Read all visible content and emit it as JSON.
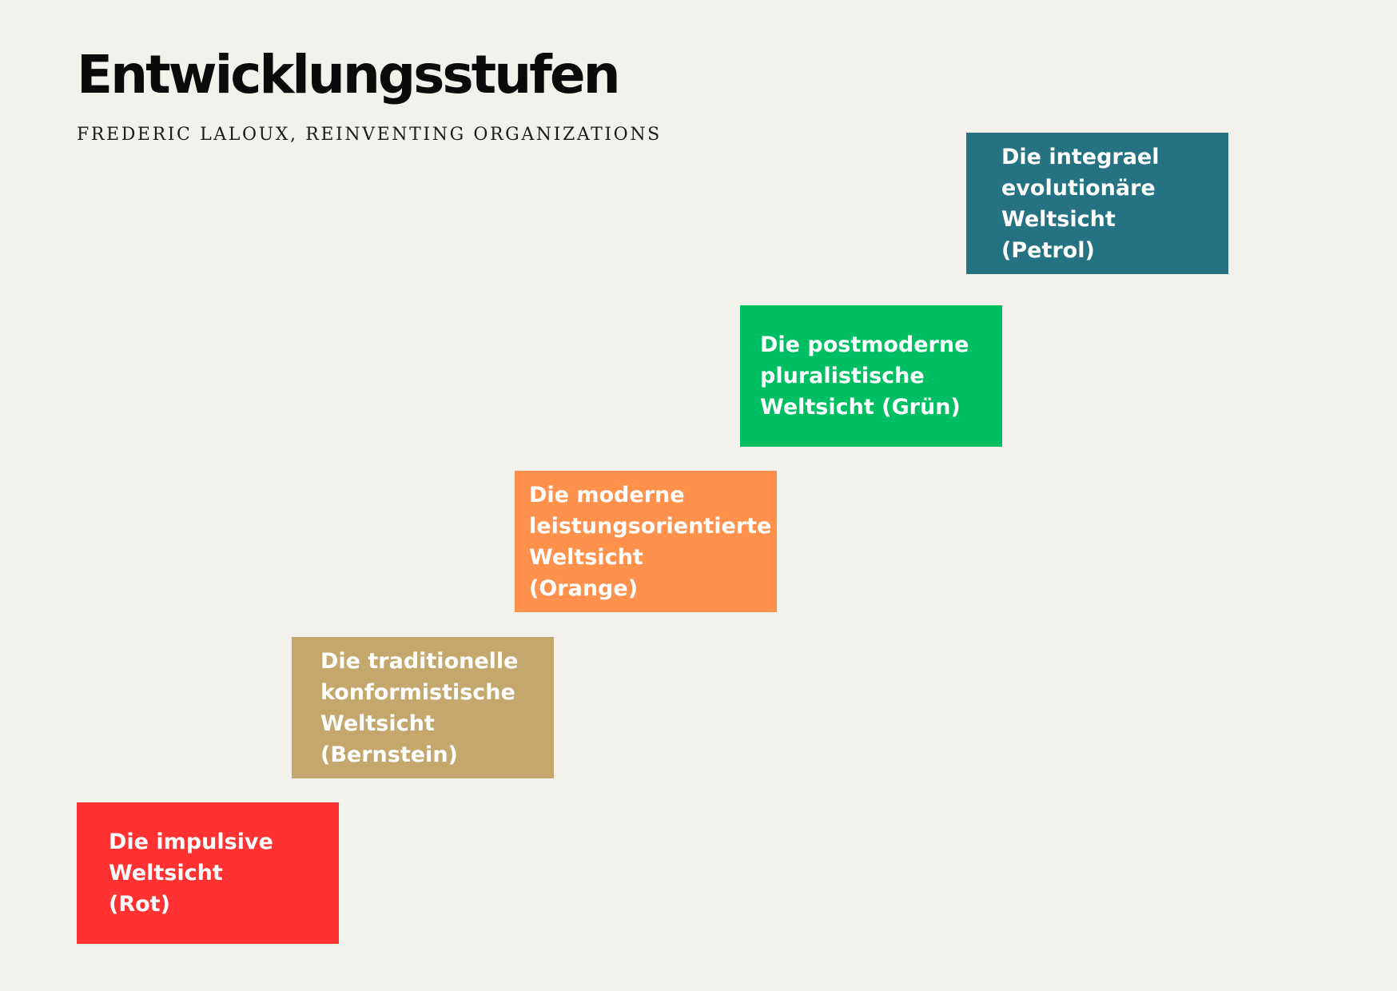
{
  "header": {
    "title": "Entwicklungsstufen",
    "subtitle": "FREDERIC LALOUX, REINVENTING ORGANIZATIONS"
  },
  "stages": [
    {
      "label": "Die impulsive\nWeltsicht\n(Rot)",
      "color": "#ff3131"
    },
    {
      "label": "Die traditionelle\nkonformistische\nWeltsicht\n(Bernstein)",
      "color": "#c3a76d"
    },
    {
      "label": "Die moderne\nleistungsorientierte\nWeltsicht\n(Orange)",
      "color": "#ff914d"
    },
    {
      "label": "Die postmoderne\npluralistische\nWeltsicht (Grün)",
      "color": "#00bf63"
    },
    {
      "label": "Die integrael\nevolutionäre\nWeltsicht (Petrol)",
      "color": "#247282"
    }
  ],
  "background_color": "#f2f1ec"
}
